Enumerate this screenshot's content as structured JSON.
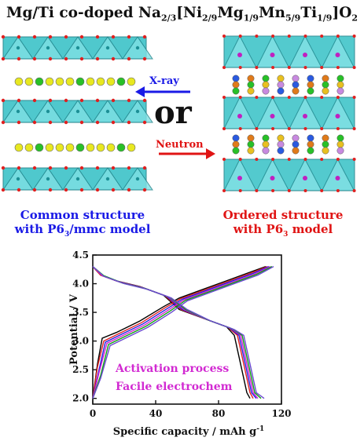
{
  "title": {
    "pre": "Mg/Ti co-doped Na",
    "s1": "2/3",
    "t1": "[Ni",
    "s2": "2/9",
    "t2": "Mg",
    "s3": "1/9",
    "t3": "Mn",
    "s4": "5/9",
    "t4": "Ti",
    "s5": "1/9",
    "t5": "]O",
    "s6": "2"
  },
  "left_label": {
    "line1": "Common structure",
    "line2_pre": "with P6",
    "line2_sub": "3",
    "line2_post": "/mmc model"
  },
  "right_label": {
    "line1": "Ordered structure",
    "line2_pre": "with P6",
    "line2_sub": "3",
    "line2_post": " model"
  },
  "arrows": {
    "xray": "X-ray",
    "neutron": "Neutron",
    "or": "or"
  },
  "colors": {
    "common_label": "#1a1ae6",
    "ordered_label": "#e01414",
    "octahedra": "#3cc3c8",
    "annotation": "#d22ad2"
  },
  "chart_data": {
    "type": "line",
    "xlabel": "Specific capacity / mAh g",
    "xlabel_sup": "-1",
    "ylabel": "Potential / V",
    "xlim": [
      0,
      120
    ],
    "ylim": [
      1.9,
      4.5
    ],
    "xticks": [
      "0",
      "40",
      "80",
      "120"
    ],
    "yticks": [
      "2.0",
      "2.5",
      "3.0",
      "3.5",
      "4.0",
      "4.5"
    ],
    "annotations": [
      "Activation process",
      "Facile electrochem"
    ],
    "series": [
      {
        "color": "#000000",
        "charge": [
          [
            0,
            2.0
          ],
          [
            3,
            2.6
          ],
          [
            6,
            3.05
          ],
          [
            15,
            3.15
          ],
          [
            30,
            3.35
          ],
          [
            45,
            3.6
          ],
          [
            55,
            3.75
          ],
          [
            70,
            3.9
          ],
          [
            85,
            4.05
          ],
          [
            100,
            4.2
          ],
          [
            110,
            4.3
          ]
        ],
        "discharge": [
          [
            0,
            4.3
          ],
          [
            5,
            4.15
          ],
          [
            15,
            4.05
          ],
          [
            30,
            3.95
          ],
          [
            45,
            3.8
          ],
          [
            55,
            3.55
          ],
          [
            70,
            3.4
          ],
          [
            85,
            3.25
          ],
          [
            90,
            3.1
          ],
          [
            94,
            2.6
          ],
          [
            98,
            2.1
          ],
          [
            100,
            2.0
          ]
        ]
      },
      {
        "color": "#e02020",
        "charge": [
          [
            0,
            2.0
          ],
          [
            3,
            2.55
          ],
          [
            7,
            3.0
          ],
          [
            16,
            3.12
          ],
          [
            31,
            3.32
          ],
          [
            46,
            3.58
          ],
          [
            56,
            3.74
          ],
          [
            71,
            3.89
          ],
          [
            86,
            4.04
          ],
          [
            101,
            4.19
          ],
          [
            111,
            4.3
          ]
        ],
        "discharge": [
          [
            0,
            4.3
          ],
          [
            5,
            4.15
          ],
          [
            16,
            4.04
          ],
          [
            31,
            3.94
          ],
          [
            46,
            3.79
          ],
          [
            56,
            3.55
          ],
          [
            71,
            3.39
          ],
          [
            86,
            3.24
          ],
          [
            92,
            3.1
          ],
          [
            96,
            2.6
          ],
          [
            100,
            2.1
          ],
          [
            102,
            2.0
          ]
        ]
      },
      {
        "color": "#2020e0",
        "charge": [
          [
            0,
            2.0
          ],
          [
            4,
            2.5
          ],
          [
            8,
            2.98
          ],
          [
            17,
            3.1
          ],
          [
            32,
            3.3
          ],
          [
            47,
            3.56
          ],
          [
            57,
            3.73
          ],
          [
            72,
            3.88
          ],
          [
            87,
            4.03
          ],
          [
            102,
            4.18
          ],
          [
            112,
            4.3
          ]
        ],
        "discharge": [
          [
            0,
            4.3
          ],
          [
            6,
            4.15
          ],
          [
            17,
            4.03
          ],
          [
            32,
            3.93
          ],
          [
            47,
            3.78
          ],
          [
            57,
            3.55
          ],
          [
            72,
            3.38
          ],
          [
            87,
            3.23
          ],
          [
            93,
            3.1
          ],
          [
            97,
            2.6
          ],
          [
            101,
            2.1
          ],
          [
            104,
            2.0
          ]
        ]
      },
      {
        "color": "#d020d0",
        "charge": [
          [
            0,
            2.0
          ],
          [
            4,
            2.45
          ],
          [
            9,
            2.96
          ],
          [
            18,
            3.08
          ],
          [
            33,
            3.28
          ],
          [
            48,
            3.54
          ],
          [
            58,
            3.72
          ],
          [
            73,
            3.87
          ],
          [
            88,
            4.02
          ],
          [
            103,
            4.17
          ],
          [
            113,
            4.3
          ]
        ],
        "discharge": [
          [
            0,
            4.3
          ],
          [
            6,
            4.14
          ],
          [
            18,
            4.02
          ],
          [
            33,
            3.92
          ],
          [
            48,
            3.77
          ],
          [
            58,
            3.55
          ],
          [
            73,
            3.37
          ],
          [
            88,
            3.22
          ],
          [
            94,
            3.1
          ],
          [
            98,
            2.6
          ],
          [
            102,
            2.1
          ],
          [
            105,
            2.0
          ]
        ]
      },
      {
        "color": "#10a010",
        "charge": [
          [
            0,
            2.0
          ],
          [
            5,
            2.4
          ],
          [
            10,
            2.94
          ],
          [
            19,
            3.06
          ],
          [
            34,
            3.26
          ],
          [
            49,
            3.52
          ],
          [
            59,
            3.71
          ],
          [
            74,
            3.86
          ],
          [
            89,
            4.01
          ],
          [
            104,
            4.16
          ],
          [
            114,
            4.3
          ]
        ],
        "discharge": [
          [
            0,
            4.3
          ],
          [
            7,
            4.14
          ],
          [
            19,
            4.01
          ],
          [
            34,
            3.91
          ],
          [
            49,
            3.76
          ],
          [
            59,
            3.55
          ],
          [
            74,
            3.36
          ],
          [
            89,
            3.21
          ],
          [
            95,
            3.1
          ],
          [
            99,
            2.6
          ],
          [
            103,
            2.1
          ],
          [
            107,
            2.0
          ]
        ]
      },
      {
        "color": "#6a4ad0",
        "charge": [
          [
            0,
            2.0
          ],
          [
            5,
            2.35
          ],
          [
            11,
            2.92
          ],
          [
            20,
            3.04
          ],
          [
            35,
            3.24
          ],
          [
            50,
            3.5
          ],
          [
            60,
            3.7
          ],
          [
            75,
            3.85
          ],
          [
            90,
            4.0
          ],
          [
            105,
            4.15
          ],
          [
            115,
            4.3
          ]
        ],
        "discharge": [
          [
            0,
            4.3
          ],
          [
            7,
            4.13
          ],
          [
            20,
            4.0
          ],
          [
            35,
            3.9
          ],
          [
            50,
            3.75
          ],
          [
            60,
            3.55
          ],
          [
            75,
            3.35
          ],
          [
            90,
            3.2
          ],
          [
            96,
            3.1
          ],
          [
            100,
            2.6
          ],
          [
            104,
            2.1
          ],
          [
            109,
            2.0
          ]
        ]
      }
    ]
  }
}
